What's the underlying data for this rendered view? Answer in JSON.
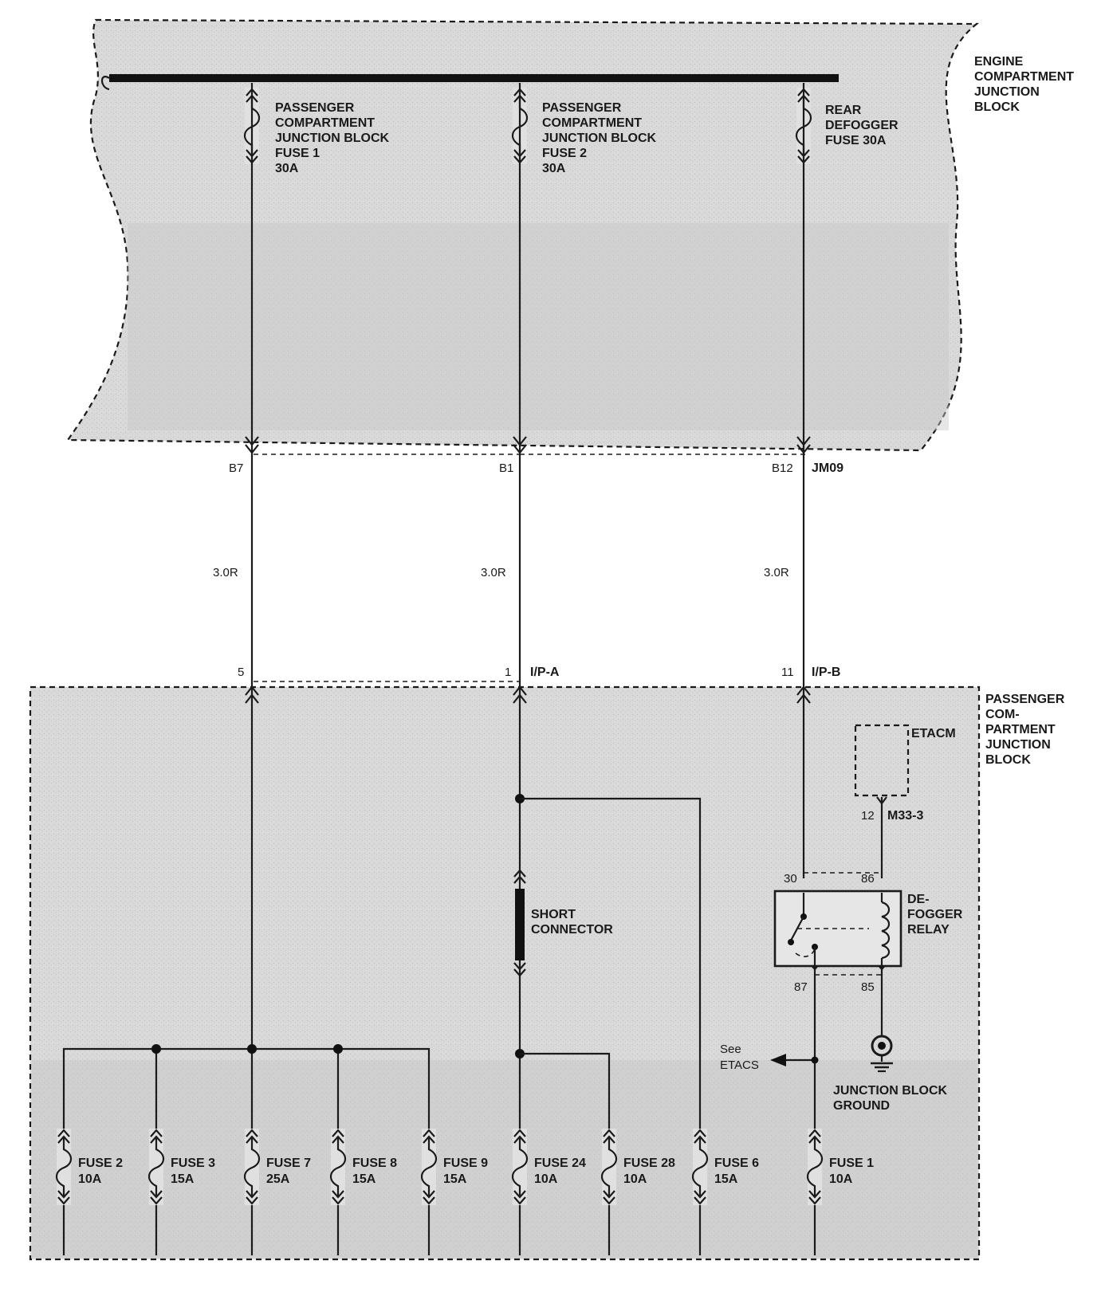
{
  "blocks": {
    "engine": [
      "ENGINE",
      "COMPARTMENT",
      "JUNCTION",
      "BLOCK"
    ],
    "passenger": [
      "PASSENGER",
      "COM-",
      "PARTMENT",
      "JUNCTION",
      "BLOCK"
    ]
  },
  "top_fuses": [
    {
      "lines": [
        "PASSENGER",
        "COMPARTMENT",
        "JUNCTION BLOCK",
        "FUSE 1",
        "30A"
      ]
    },
    {
      "lines": [
        "PASSENGER",
        "COMPARTMENT",
        "JUNCTION BLOCK",
        "FUSE 2",
        "30A"
      ]
    },
    {
      "lines": [
        "REAR",
        "DEFOGGER",
        "FUSE 30A"
      ]
    }
  ],
  "engine_connector": {
    "pins": [
      "B7",
      "B1",
      "B12"
    ],
    "name": "JM09"
  },
  "wires": [
    "3.0R",
    "3.0R",
    "3.0R"
  ],
  "passenger_connectors": {
    "pins": [
      "5",
      "1",
      "11"
    ],
    "names": [
      "",
      "I/P-A",
      "I/P-B"
    ]
  },
  "etacm": {
    "label": "ETACM",
    "pin": "12",
    "connector": "M33-3"
  },
  "relay": {
    "lines": [
      "DE-",
      "FOGGER",
      "RELAY"
    ],
    "pins": {
      "p30": "30",
      "p86": "86",
      "p87": "87",
      "p85": "85"
    }
  },
  "short_connector": [
    "SHORT",
    "CONNECTOR"
  ],
  "see_etacs": [
    "See",
    "ETACS"
  ],
  "ground": [
    "JUNCTION BLOCK",
    "GROUND"
  ],
  "bottom_fuses": [
    {
      "name": "FUSE 2",
      "rating": "10A"
    },
    {
      "name": "FUSE 3",
      "rating": "15A"
    },
    {
      "name": "FUSE 7",
      "rating": "25A"
    },
    {
      "name": "FUSE 8",
      "rating": "15A"
    },
    {
      "name": "FUSE 9",
      "rating": "15A"
    },
    {
      "name": "FUSE 24",
      "rating": "10A"
    },
    {
      "name": "FUSE 28",
      "rating": "10A"
    },
    {
      "name": "FUSE 6",
      "rating": "15A"
    },
    {
      "name": "FUSE 1",
      "rating": "10A"
    }
  ],
  "colors": {
    "ink": "#1a1a1a",
    "shade": "#d6d6d6",
    "shade_dark": "#c4c4c4"
  }
}
